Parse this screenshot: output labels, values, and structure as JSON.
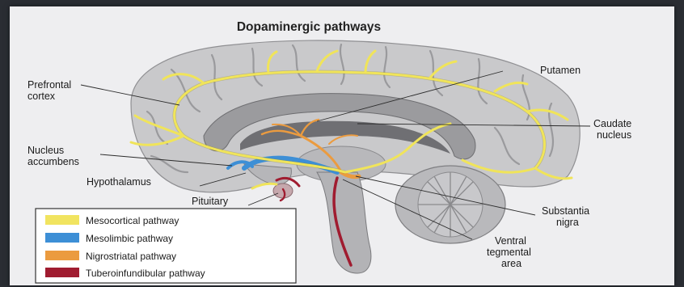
{
  "title": "Dopaminergic pathways",
  "labels": {
    "prefrontal_cortex": [
      "Prefrontal",
      "cortex"
    ],
    "nucleus_accumbens": [
      "Nucleus",
      "accumbens"
    ],
    "hypothalamus": "Hypothalamus",
    "pituitary": "Pituitary",
    "putamen": "Putamen",
    "caudate_nucleus": [
      "Caudate",
      "nucleus"
    ],
    "substantia_nigra": [
      "Substantia",
      "nigra"
    ],
    "ventral_tegmental_area": [
      "Ventral",
      "tegmental",
      "area"
    ]
  },
  "legend": [
    {
      "label": "Mesocortical pathway",
      "color": "#f1e460"
    },
    {
      "label": "Mesolimbic pathway",
      "color": "#3d8fd6"
    },
    {
      "label": "Nigrostriatal pathway",
      "color": "#eb9b3f"
    },
    {
      "label": "Tuberoinfundibular pathway",
      "color": "#a01c30"
    }
  ],
  "colors": {
    "mesocortical": "#f1e460",
    "mesolimbic": "#3d8fd6",
    "nigrostriatal": "#eb9b3f",
    "tuberoinfundibular": "#a01c30"
  }
}
